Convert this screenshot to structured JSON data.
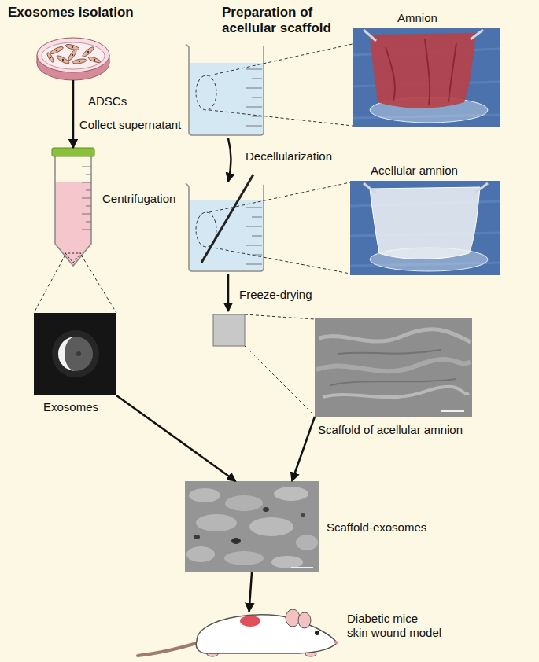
{
  "diagram": {
    "nodes": [
      {
        "text": [
          "ADSCs"
        ]
      },
      {
        "text": [
          "Centrifugation"
        ]
      },
      {
        "text": [
          "Exosomes"
        ]
      },
      {
        "text": [
          "Amnion"
        ]
      },
      {
        "text": [
          "Acellular amnion"
        ]
      },
      {
        "text": [
          "Scaffold of acellular amnion"
        ]
      },
      {
        "text": [
          "Scaffold-exosomes"
        ]
      },
      {
        "text": [
          "Diabetic mice skin wound model"
        ]
      }
    ],
    "edges": [
      {
        "from": 0,
        "to": 1,
        "label": "Collect supernatant",
        "arrow": "to"
      },
      {
        "from": 1,
        "to": 2,
        "arrow": "none"
      },
      {
        "from": 2,
        "to": 6,
        "arrow": "to"
      },
      {
        "from": 5,
        "to": 6,
        "arrow": "to"
      },
      {
        "from": 6,
        "to": 7,
        "arrow": "to"
      }
    ],
    "labels": [
      "Exosomes isolation",
      "Preparation of acellular scaffold",
      "Decellularization",
      "Freeze-drying"
    ]
  }
}
